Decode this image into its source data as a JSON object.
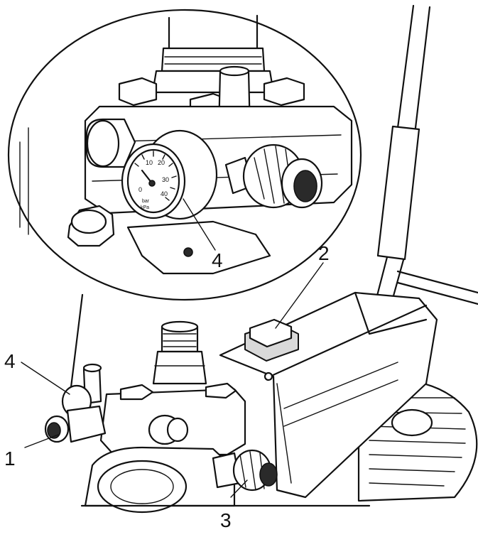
{
  "callouts": [
    {
      "id": "callout-1",
      "text": "1"
    },
    {
      "id": "callout-2",
      "text": "2"
    },
    {
      "id": "callout-3",
      "text": "3"
    },
    {
      "id": "callout-4-lower",
      "text": "4"
    },
    {
      "id": "callout-4-zoom",
      "text": "4"
    }
  ],
  "gauge": {
    "scale_labels": [
      "10",
      "20",
      "30",
      "40",
      "0",
      "bar",
      "kPa"
    ]
  }
}
